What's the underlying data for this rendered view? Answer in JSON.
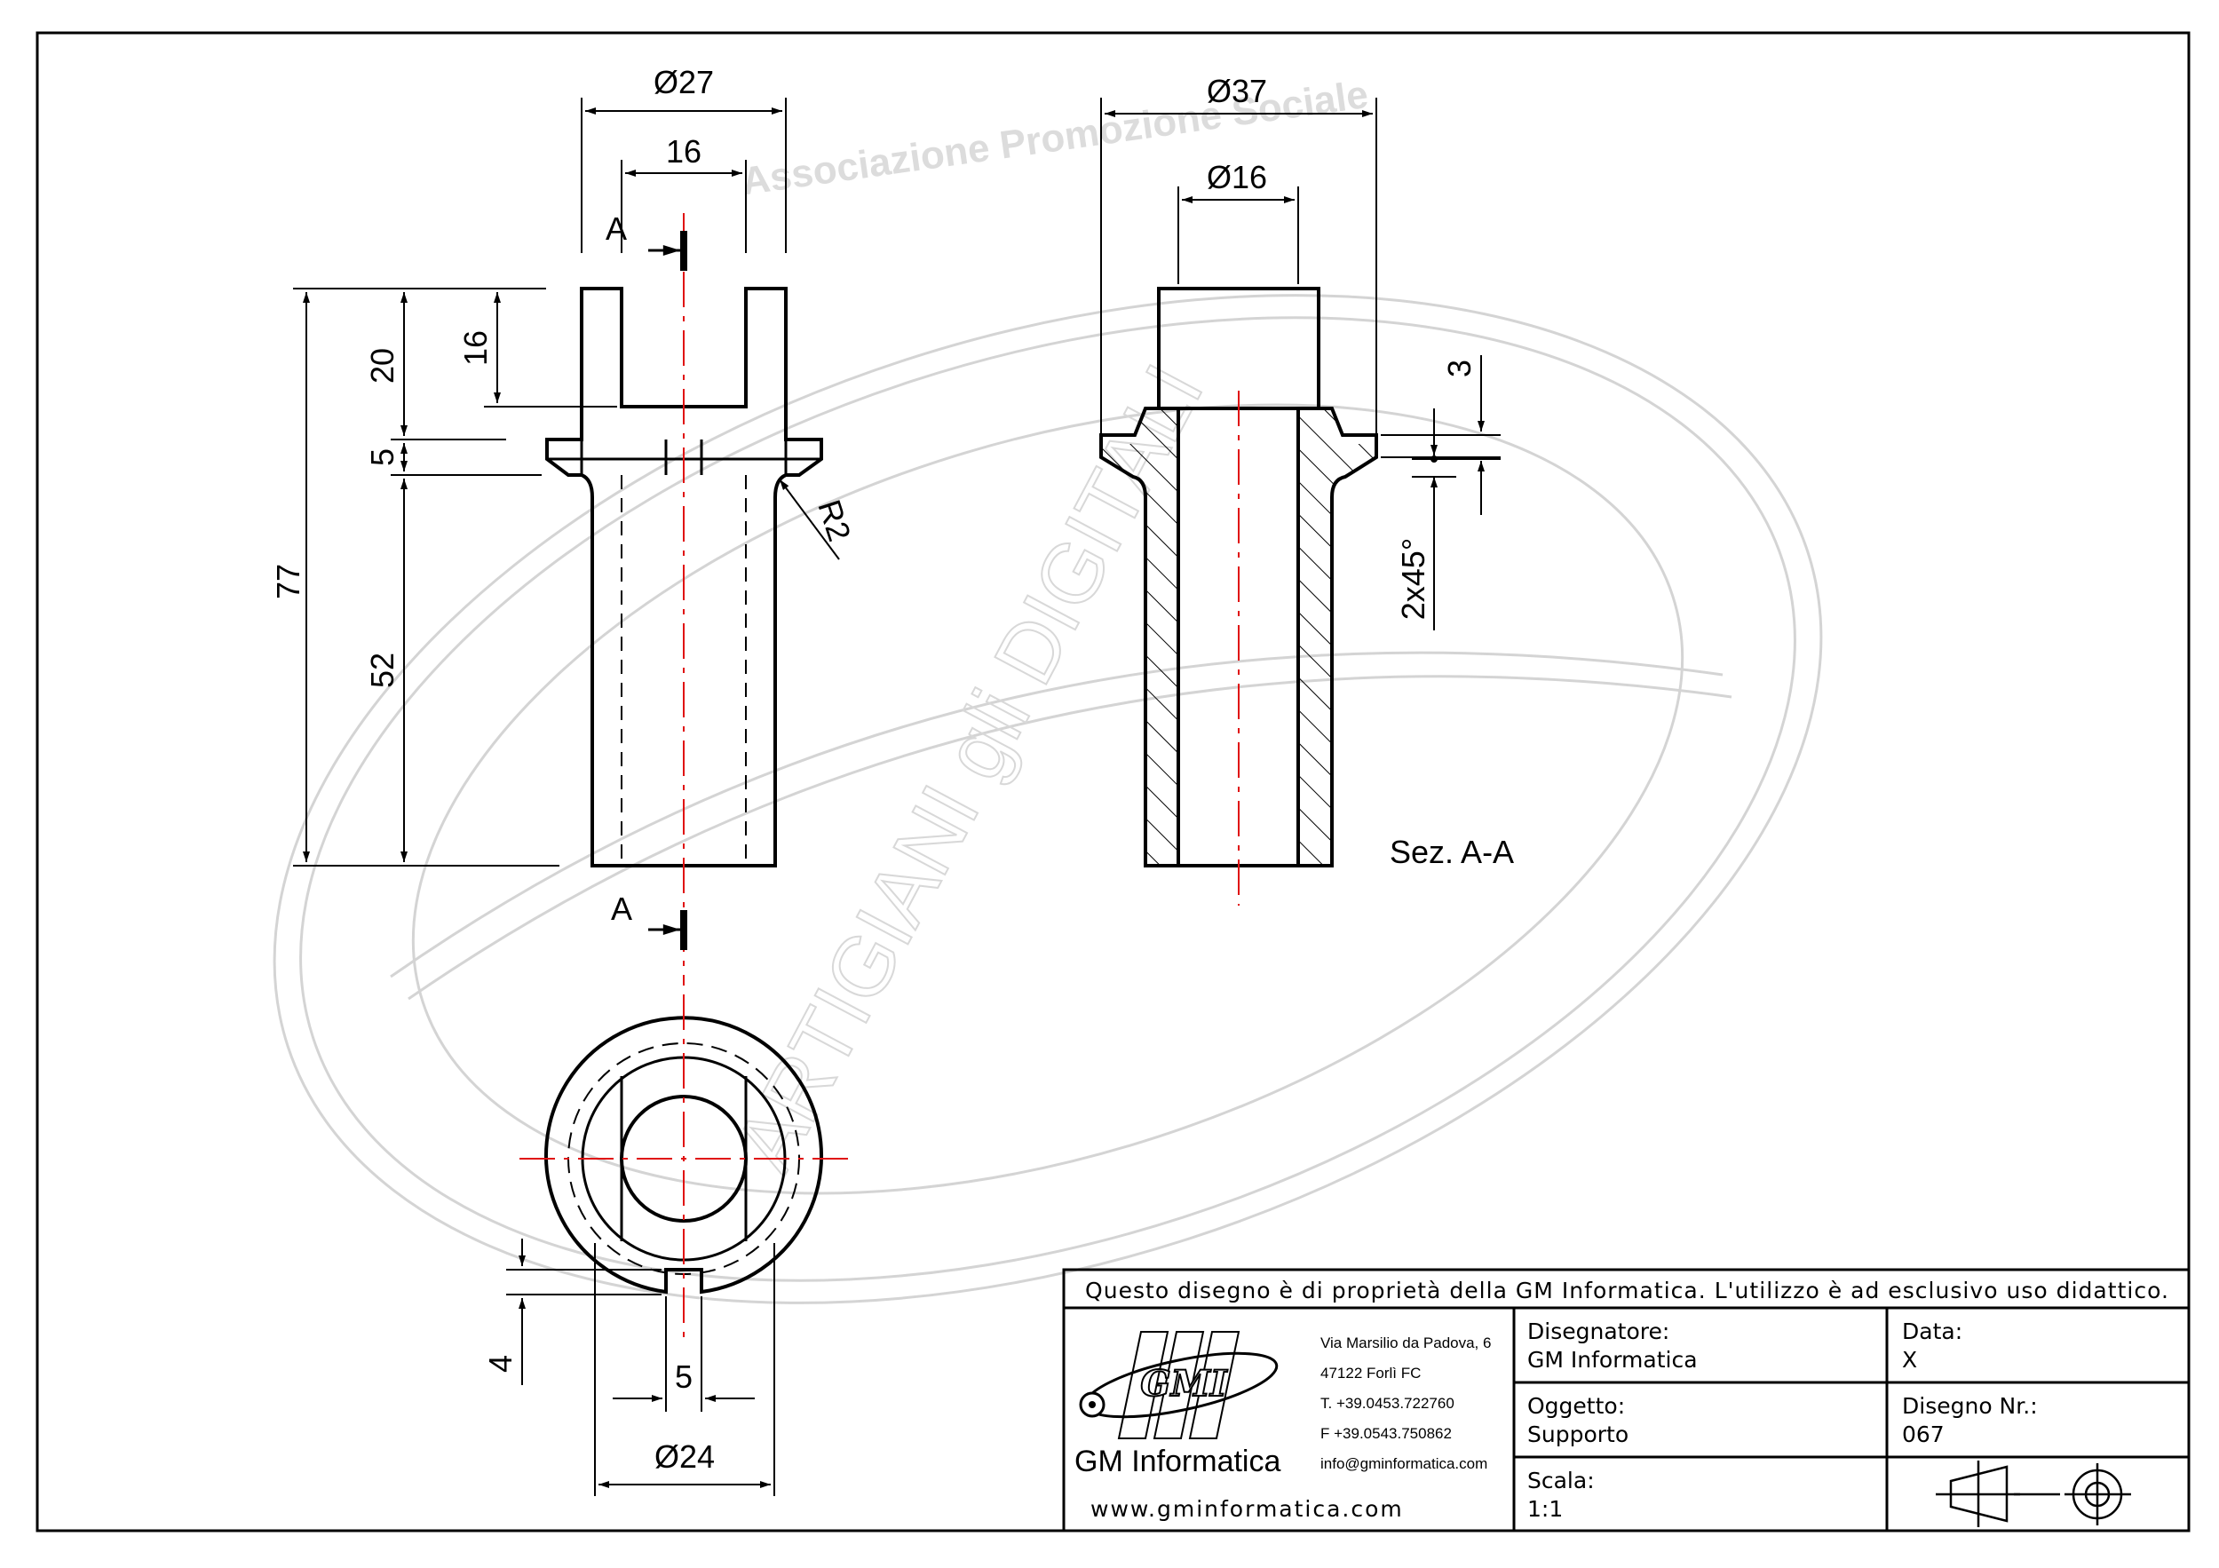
{
  "watermark": {
    "arc_text": "Associazione Promozione Sociale",
    "logo_text": "ARTIGIANI gli DIGITALI"
  },
  "front_view": {
    "dims": {
      "d27": "Ø27",
      "w16": "16",
      "h20": "20",
      "h16": "16",
      "h5": "5",
      "h77": "77",
      "h52": "52",
      "r2": "R2"
    },
    "cut_label_top": "A",
    "cut_label_bottom": "A"
  },
  "section_view": {
    "dims": {
      "d37": "Ø37",
      "d16": "Ø16",
      "h3": "3",
      "chamfer": "2x45°"
    },
    "label": "Sez. A-A"
  },
  "bottom_view": {
    "dims": {
      "h4": "4",
      "w5": "5",
      "d24": "Ø24"
    }
  },
  "title_block": {
    "notice": "Questo disegno è di proprietà della GM Informatica. L'utilizzo è ad esclusivo uso didattico.",
    "company": {
      "logo_text": "GMI",
      "name": "GM Informatica",
      "website": "www.gminformatica.com",
      "address_line1": "Via Marsilio da Padova, 6",
      "address_line2": "47122  Forlì  FC",
      "phone": "T. +39.0453.722760",
      "fax": "F +39.0543.750862",
      "email": "info@gminformatica.com"
    },
    "designer_label": "Disegnatore:",
    "designer_value": "GM  Informatica",
    "date_label": "Data:",
    "date_value": "X",
    "object_label": "Oggetto:",
    "object_value": "Supporto",
    "drawing_no_label": "Disegno  Nr.:",
    "drawing_no_value": "067",
    "scale_label": "Scala:",
    "scale_value": "1:1",
    "projection_symbol": "projection-method-icon"
  },
  "colors": {
    "line": "#000000",
    "axis": "#e01010",
    "watermark": "#cccccc"
  }
}
